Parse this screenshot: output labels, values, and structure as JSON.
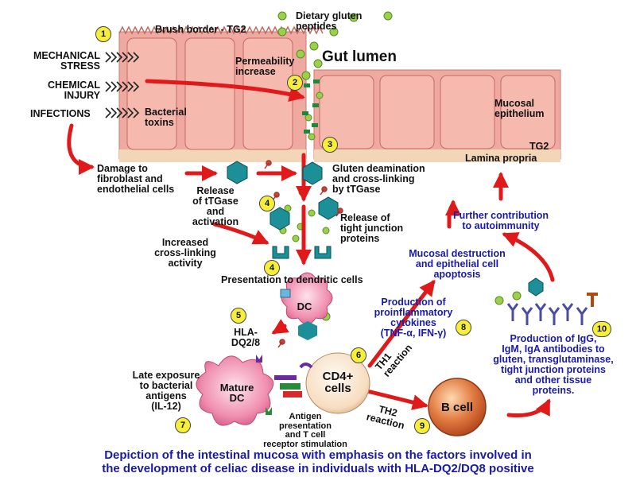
{
  "labels": {
    "brush_border": "Brush border - TG2",
    "dietary_gluten": "Dietary gluten\npeptides",
    "gut_lumen": "Gut lumen",
    "permeability": "Permeability\nincrease",
    "mechanical_stress": "MECHANICAL\nSTRESS",
    "chemical_injury": "CHEMICAL\nINJURY",
    "infections": "INFECTIONS",
    "bacterial_toxins": "Bacterial\ntoxins",
    "mucosal_epithelium": "Mucosal\nepithelium",
    "tg2": "TG2",
    "lamina_propria": "Lamina propria",
    "damage": "Damage to\nfibroblast and\nendothelial cells",
    "release_ttgase": "Release\nof tTGase\nand\nactivation",
    "gluten_deamination": "Gluten deamination\nand cross-linking\nby tTGase",
    "release_tight": "Release of\ntight junction\nproteins",
    "increased_crosslinking": "Increased\ncross-linking\nactivity",
    "presentation_dc": "Presentation to dendritic cells",
    "further_contribution": "Further contribution\nto autoimmunity",
    "mucosal_destruction": "Mucosal destruction\nand epithelial cell\napoptosis",
    "proinflammatory": "Production of\nproinflammatory\ncytokines\n(TNF-α, IFN-γ)",
    "hla": "HLA-\nDQ2/8",
    "late_exposure": "Late exposure\nto bacterial\nantigens\n(IL-12)",
    "antigen_presentation": "Antigen\npresentation\nand T cell\nreceptor stimulation",
    "th1": "TH1\nreaction",
    "th2": "TH2\nreaction",
    "antibodies": "Production of IgG,\nIgM, IgA antibodies to\ngluten, transglutaminase,\ntight junction proteins\nand other tissue\nproteins.",
    "caption": "Depiction of the intestinal mucosa with emphasis on the factors involved in\nthe development of celiac disease in individuals with HLA-DQ2/DQ8 positive"
  },
  "cells": {
    "dc": "DC",
    "mature_dc": "Mature\nDC",
    "cd4": "CD4+\ncells",
    "b_cell": "B cell"
  },
  "step_numbers": [
    "1",
    "2",
    "3",
    "4",
    "4",
    "5",
    "6",
    "7",
    "8",
    "9",
    "10"
  ],
  "colors": {
    "arrow": "#e01a1a",
    "epithelium": "#f0a9a0",
    "epithelium_edge": "#c97a70",
    "lamina": "#f3d6b8",
    "gluten_bead": "#9bd04a",
    "tgase": "#1c8f98",
    "dc_cell": "#f08fb0",
    "cd4_cell": "#fbe6cf",
    "b_cell": "#e06b3c",
    "caption": "#1a1aa8"
  }
}
